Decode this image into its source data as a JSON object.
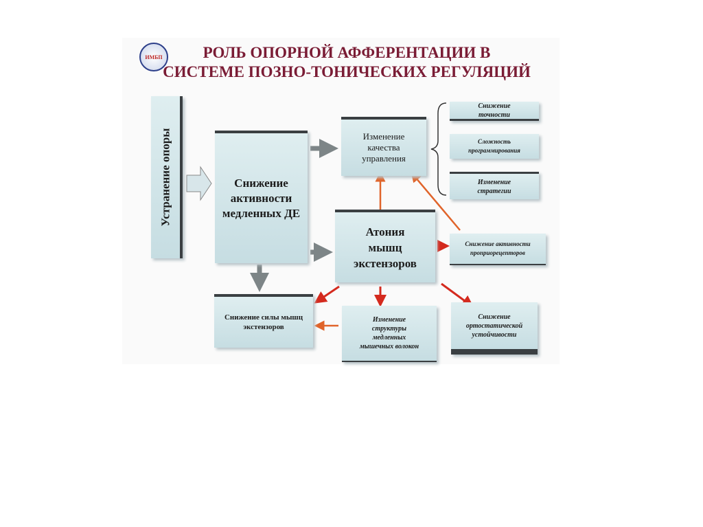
{
  "title_line1": "РОЛЬ ОПОРНОЙ АФФЕРЕНТАЦИИ В",
  "title_line2": "СИСТЕМЕ ПОЗНО-ТОНИЧЕСКИХ РЕГУЛЯЦИЙ",
  "logo": "ИМБП",
  "boxes": {
    "support_removal": "Устранение опоры",
    "slow_mu": "Снижение активности медленных ДЕ",
    "control_quality": "Изменение качества управления",
    "accuracy": "Снижение точности",
    "programming": "Сложность программирования",
    "strategy": "Изменение стратегии",
    "atonia": "Атония мышц экстензоров",
    "proprio": "Снижение активности проприорецепторов",
    "strength": "Снижение силы мышц экстензоров",
    "structure": "Изменение структуры медленных мышечных волокон",
    "orthostatic": "Снижение ортостатической устойчивости"
  }
}
